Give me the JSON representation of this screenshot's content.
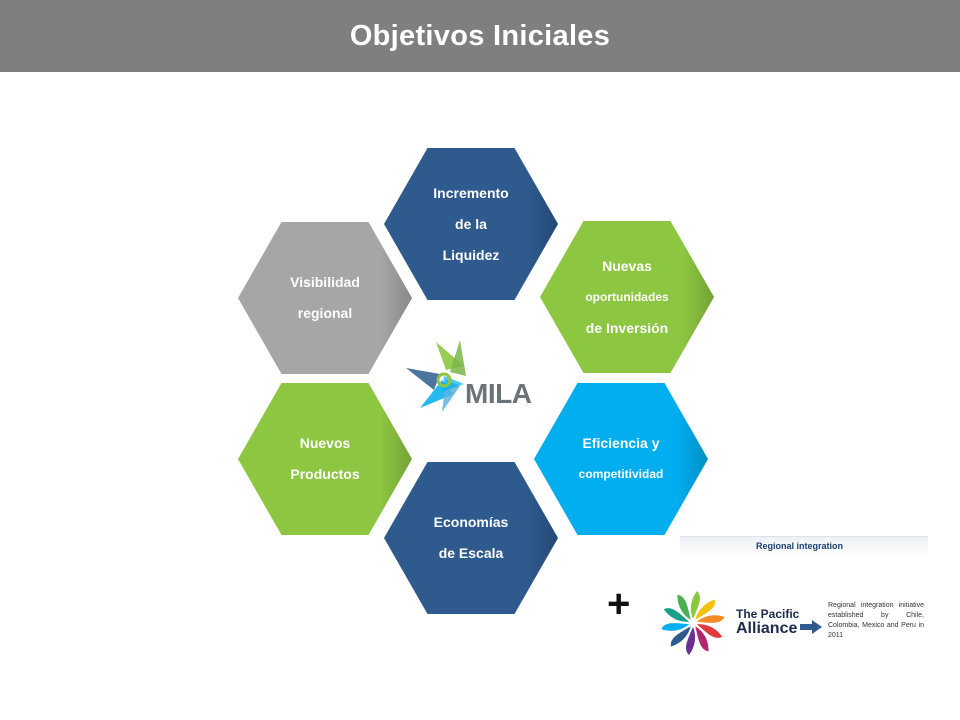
{
  "title": "Objetivos Iniciales",
  "hexagons": {
    "liquidez": {
      "lines": [
        "Incremento",
        "de la",
        "Liquidez"
      ],
      "color": "#2e5a8e"
    },
    "visibilidad": {
      "lines": [
        "Visibilidad",
        "regional"
      ],
      "color": "#a6a6a6"
    },
    "inversion": {
      "lines": [
        "Nuevas",
        "oportunidades",
        "de Inversión"
      ],
      "color": "#8dc641"
    },
    "productos": {
      "lines": [
        "Nuevos",
        "Productos"
      ],
      "color": "#8dc641"
    },
    "eficiencia": {
      "lines": [
        "Eficiencia y",
        "competitividad"
      ],
      "color": "#00aeef"
    },
    "escala": {
      "lines": [
        "Economías",
        "de Escala"
      ],
      "color": "#2e5a8e"
    }
  },
  "center_logo": {
    "text": "MILA",
    "icon": "mila-star-icon"
  },
  "regional": {
    "heading": "Regional integration",
    "plus": "+",
    "logo_icon": "pacific-alliance-pinwheel-icon",
    "name_line1": "The Pacific",
    "name_line2": "Alliance",
    "arrow_icon": "arrow-right-icon",
    "description": "Regional integration initiative established by Chile, Colombia, Mexico and Peru in 2011"
  }
}
